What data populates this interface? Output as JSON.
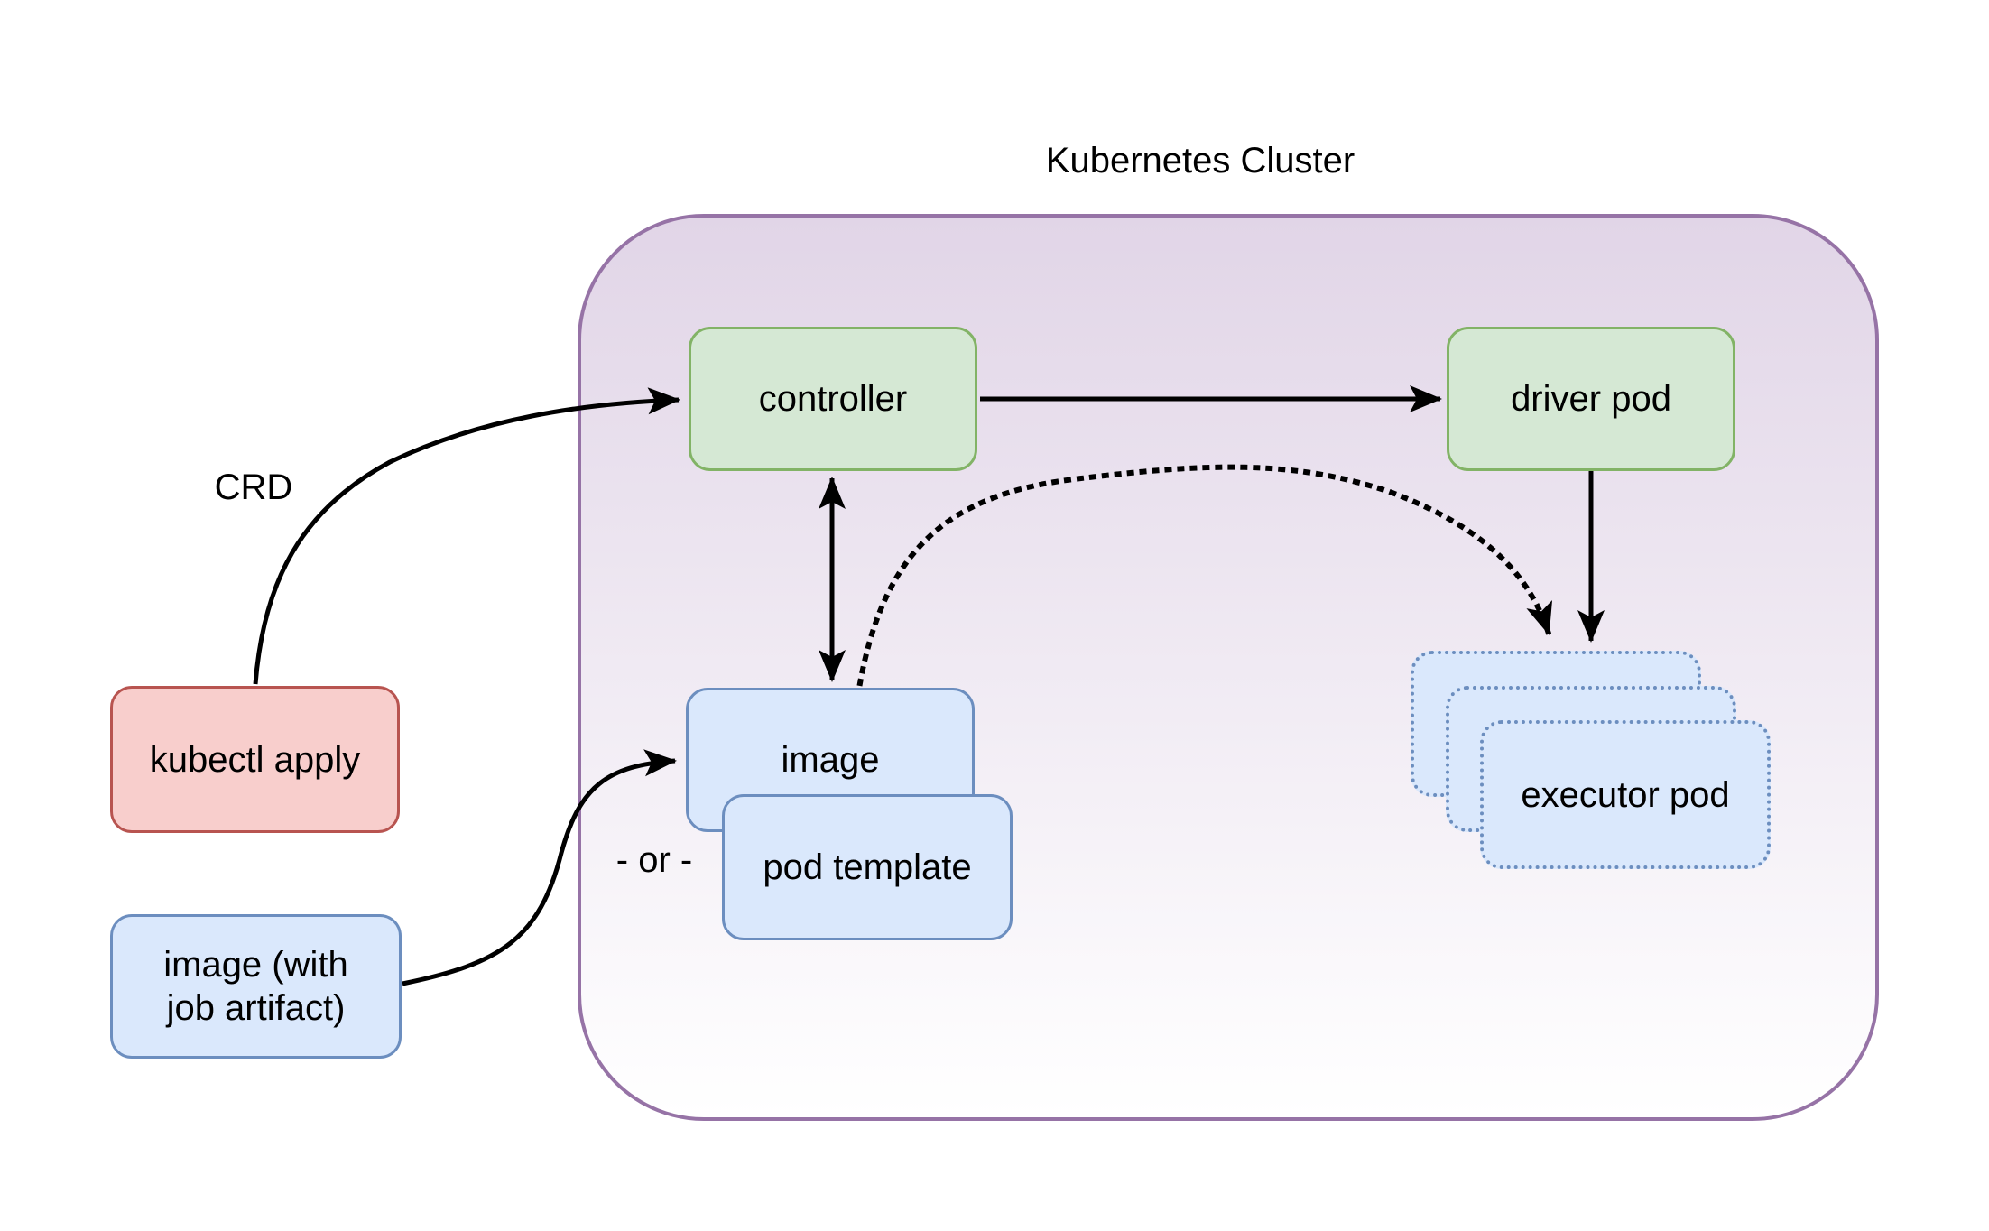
{
  "title": "Kubernetes Cluster",
  "labels": {
    "crd": "CRD",
    "or": "- or -"
  },
  "nodes": {
    "controller": {
      "label": "controller"
    },
    "driver_pod": {
      "label": "driver pod"
    },
    "image": {
      "label": "image"
    },
    "pod_template": {
      "label": "pod template"
    },
    "executor_pod": {
      "label": "executor pod"
    },
    "kubectl_apply": {
      "label": "kubectl apply"
    },
    "image_with_artifact": {
      "line1": "image (with",
      "line2": "job artifact)"
    }
  },
  "edges": [
    {
      "from": "kubectl_apply",
      "to": "controller",
      "style": "solid-curve",
      "label": "CRD"
    },
    {
      "from": "controller",
      "to": "driver_pod",
      "style": "solid"
    },
    {
      "from": "controller",
      "to": "image",
      "style": "solid-double-arrow"
    },
    {
      "from": "driver_pod",
      "to": "executor_pod",
      "style": "solid"
    },
    {
      "from": "image",
      "to": "executor_pod",
      "style": "dotted-curve"
    },
    {
      "from": "image_with_artifact",
      "to": "image",
      "style": "solid-curve"
    }
  ],
  "colors": {
    "green-fill": "#d5e8d4",
    "green-border": "#82b366",
    "blue-fill": "#dae8fc",
    "blue-border": "#6c8ebf",
    "red-fill": "#f8cecc",
    "red-border": "#b85450",
    "purple-border": "#9673a6",
    "purple-fill-top": "#e1d5e7",
    "purple-fill-bottom": "#ffffff",
    "arrow": "#000000",
    "text": "#000000"
  }
}
